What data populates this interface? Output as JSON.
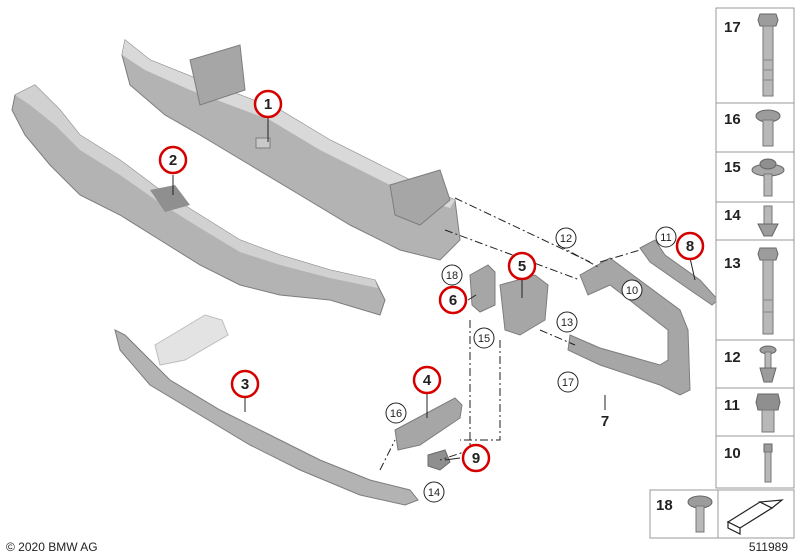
{
  "copyright": "© 2020 BMW AG",
  "diagram_id": "511989",
  "colors": {
    "part_fill": "#b3b3b3",
    "part_dark": "#7d7d7d",
    "part_light": "#d9d9d9",
    "highlight_circle": "#d40000",
    "line": "#222222"
  },
  "callouts": {
    "c1": "1",
    "c2": "2",
    "c3": "3",
    "c4": "4",
    "c5": "5",
    "c6": "6",
    "c7": "7",
    "c8": "8",
    "c9": "9",
    "c10": "10",
    "c11": "11",
    "c12": "12",
    "c13": "13",
    "c14": "14",
    "c15": "15",
    "c16": "16",
    "c17": "17",
    "c18": "18"
  },
  "legend": {
    "r17": "17",
    "r16": "16",
    "r15": "15",
    "r14": "14",
    "r13": "13",
    "r12": "12",
    "r11": "11",
    "r10": "10",
    "r18": "18"
  },
  "icons": {
    "bolt_long": "hex-bolt-long-icon",
    "screw_collar": "collar-screw-icon",
    "screw_washer": "washer-screw-icon",
    "clip": "push-clip-icon",
    "flange_bolt": "flange-bolt-icon",
    "expand_rivet": "expanding-rivet-icon",
    "hex_bolt_short": "hex-bolt-short-icon",
    "stud": "stud-icon",
    "mushroom_screw": "mushroom-screw-icon",
    "arrow": "arrow-icon"
  }
}
